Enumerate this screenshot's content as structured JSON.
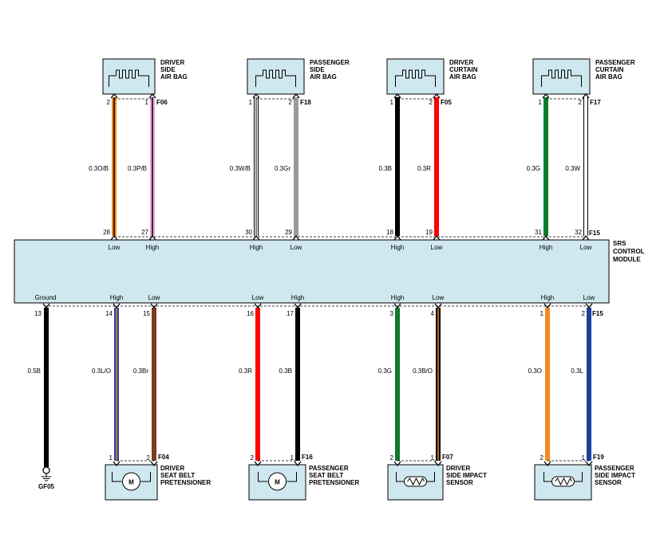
{
  "module": {
    "label_lines": [
      "SRS",
      "CONTROL",
      "MODULE"
    ],
    "fill": "#cfe8ef"
  },
  "top_components": [
    {
      "id": "drv-air",
      "name_lines": [
        "DRIVER",
        "SIDE",
        "AIR BAG"
      ],
      "connector": "F06"
    },
    {
      "id": "pas-air",
      "name_lines": [
        "PASSENGER",
        "SIDE",
        "AIR BAG"
      ],
      "connector": "F18"
    },
    {
      "id": "drv-cur",
      "name_lines": [
        "DRIVER",
        "CURTAIN",
        "AIR BAG"
      ],
      "connector": "F05"
    },
    {
      "id": "pas-cur",
      "name_lines": [
        "PASSENGER",
        "CURTAIN",
        "AIR BAG"
      ],
      "connector": "F17"
    }
  ],
  "bottom_components": [
    {
      "id": "drv-pre",
      "name_lines": [
        "DRIVER",
        "SEAT BELT",
        "PRETENSIONER"
      ],
      "connector": "F04",
      "type": "motor",
      "motor_label": "M"
    },
    {
      "id": "pas-pre",
      "name_lines": [
        "PASSENGER",
        "SEAT BELT",
        "PRETENSIONER"
      ],
      "connector": "F16",
      "type": "motor",
      "motor_label": "M"
    },
    {
      "id": "drv-imp",
      "name_lines": [
        "DRIVER",
        "SIDE IMPACT",
        "SENSOR"
      ],
      "connector": "F07",
      "type": "resistor"
    },
    {
      "id": "pas-imp",
      "name_lines": [
        "PASSENGER",
        "SIDE IMPACT",
        "SENSOR"
      ],
      "connector": "F19",
      "type": "resistor"
    }
  ],
  "module_connector_top": "F15",
  "module_connector_bottom": "F15",
  "ground": {
    "label": "GF05",
    "module_label": "Ground",
    "pin": "13",
    "wire": "0.5B",
    "color": "#000000"
  },
  "top_wires": [
    {
      "comp": "drv-air",
      "comp_pin": "2",
      "module_pin": "28",
      "signal": "Low",
      "wire": "0.3O/B",
      "color": "#f08a1c",
      "stripe": "#000000"
    },
    {
      "comp": "drv-air",
      "comp_pin": "1",
      "module_pin": "27",
      "signal": "High",
      "wire": "0.3P/B",
      "color": "#f2a6d8",
      "stripe": "#000000"
    },
    {
      "comp": "pas-air",
      "comp_pin": "1",
      "module_pin": "30",
      "signal": "High",
      "wire": "0.3W/B",
      "color": "#ffffff",
      "stripe": "#000000"
    },
    {
      "comp": "pas-air",
      "comp_pin": "2",
      "module_pin": "29",
      "signal": "Low",
      "wire": "0.3Gr",
      "color": "#9a9a9a"
    },
    {
      "comp": "drv-cur",
      "comp_pin": "1",
      "module_pin": "18",
      "signal": "High",
      "wire": "0.3B",
      "color": "#000000"
    },
    {
      "comp": "drv-cur",
      "comp_pin": "2",
      "module_pin": "19",
      "signal": "Low",
      "wire": "0.3R",
      "color": "#ff0000"
    },
    {
      "comp": "pas-cur",
      "comp_pin": "1",
      "module_pin": "31",
      "signal": "High",
      "wire": "0.3G",
      "color": "#0e7a2c"
    },
    {
      "comp": "pas-cur",
      "comp_pin": "2",
      "module_pin": "32",
      "signal": "Low",
      "wire": "0.3W",
      "color": "#ffffff"
    }
  ],
  "bottom_wires": [
    {
      "comp": "drv-pre",
      "comp_pin": "1",
      "module_pin": "14",
      "signal": "High",
      "wire": "0.3L/O",
      "color": "#2446a6",
      "stripe": "#f08a1c"
    },
    {
      "comp": "drv-pre",
      "comp_pin": "2",
      "module_pin": "15",
      "signal": "Low",
      "wire": "0.3Br",
      "color": "#7b3a22"
    },
    {
      "comp": "pas-pre",
      "comp_pin": "2",
      "module_pin": "16",
      "signal": "Low",
      "wire": "0.3R",
      "color": "#ff0000"
    },
    {
      "comp": "pas-pre",
      "comp_pin": "1",
      "module_pin": "17",
      "signal": "High",
      "wire": "0.3B",
      "color": "#000000"
    },
    {
      "comp": "drv-imp",
      "comp_pin": "2",
      "module_pin": "3",
      "signal": "High",
      "wire": "0.3G",
      "color": "#0e7a2c"
    },
    {
      "comp": "drv-imp",
      "comp_pin": "1",
      "module_pin": "4",
      "signal": "Low",
      "wire": "0.3B/O",
      "color": "#000000",
      "stripe": "#f08a1c"
    },
    {
      "comp": "pas-imp",
      "comp_pin": "2",
      "module_pin": "1",
      "signal": "High",
      "wire": "0.3O",
      "color": "#f08a1c"
    },
    {
      "comp": "pas-imp",
      "comp_pin": "1",
      "module_pin": "2",
      "signal": "Low",
      "wire": "0.3L",
      "color": "#1c3e9e"
    }
  ]
}
